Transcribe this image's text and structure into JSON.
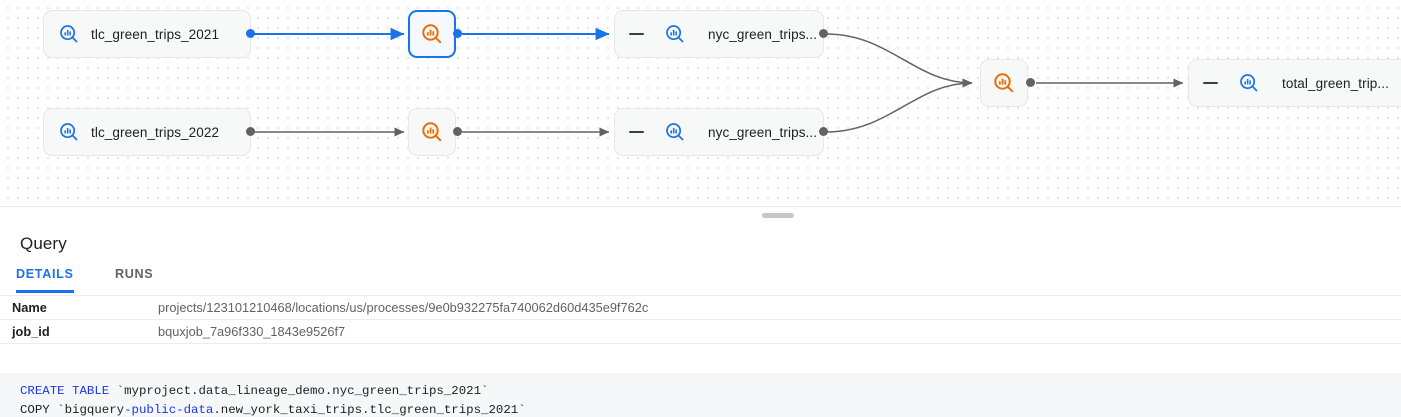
{
  "graph": {
    "nodes": [
      {
        "id": "tlc2021",
        "type": "table",
        "label": "tlc_green_trips_2021",
        "icon": "table-search-icon",
        "selected": false,
        "collapsible": false
      },
      {
        "id": "tlc2022",
        "type": "table",
        "label": "tlc_green_trips_2022",
        "icon": "table-search-icon",
        "selected": false,
        "collapsible": false
      },
      {
        "id": "proc1",
        "type": "process",
        "label": "",
        "icon": "process-search-icon",
        "selected": true,
        "collapsible": false
      },
      {
        "id": "proc2",
        "type": "process",
        "label": "",
        "icon": "process-search-icon",
        "selected": false,
        "collapsible": false
      },
      {
        "id": "nyc1",
        "type": "table",
        "label": "nyc_green_trips...",
        "icon": "table-search-icon",
        "selected": false,
        "collapsible": true
      },
      {
        "id": "nyc2",
        "type": "table",
        "label": "nyc_green_trips...",
        "icon": "table-search-icon",
        "selected": false,
        "collapsible": true
      },
      {
        "id": "proc3",
        "type": "process",
        "label": "",
        "icon": "process-search-icon",
        "selected": false,
        "collapsible": false
      },
      {
        "id": "total",
        "type": "table",
        "label": "total_green_trip...",
        "icon": "table-search-icon",
        "selected": false,
        "collapsible": true
      }
    ],
    "accent_selected": "#1a73e8",
    "accent_process": "#ef6c00",
    "edge_color": "#5f6368"
  },
  "panel": {
    "title": "Query",
    "tabs": [
      {
        "id": "details",
        "label": "DETAILS",
        "active": true
      },
      {
        "id": "runs",
        "label": "RUNS",
        "active": false
      }
    ],
    "details": [
      {
        "key": "Name",
        "value": "projects/123101210468/locations/us/processes/9e0b932275fa740062d60d435e9f762c"
      },
      {
        "key": "job_id",
        "value": "bquxjob_7a96f330_1843e9526f7"
      }
    ],
    "sql": {
      "line1_kw": "CREATE TABLE",
      "line1_rest": " `myproject.data_lineage_demo.nyc_green_trips_2021`",
      "line2_pre": "COPY `bigquery",
      "line2_kw": "-public-data",
      "line2_rest": ".new_york_taxi_trips.tlc_green_trips_2021`"
    }
  }
}
